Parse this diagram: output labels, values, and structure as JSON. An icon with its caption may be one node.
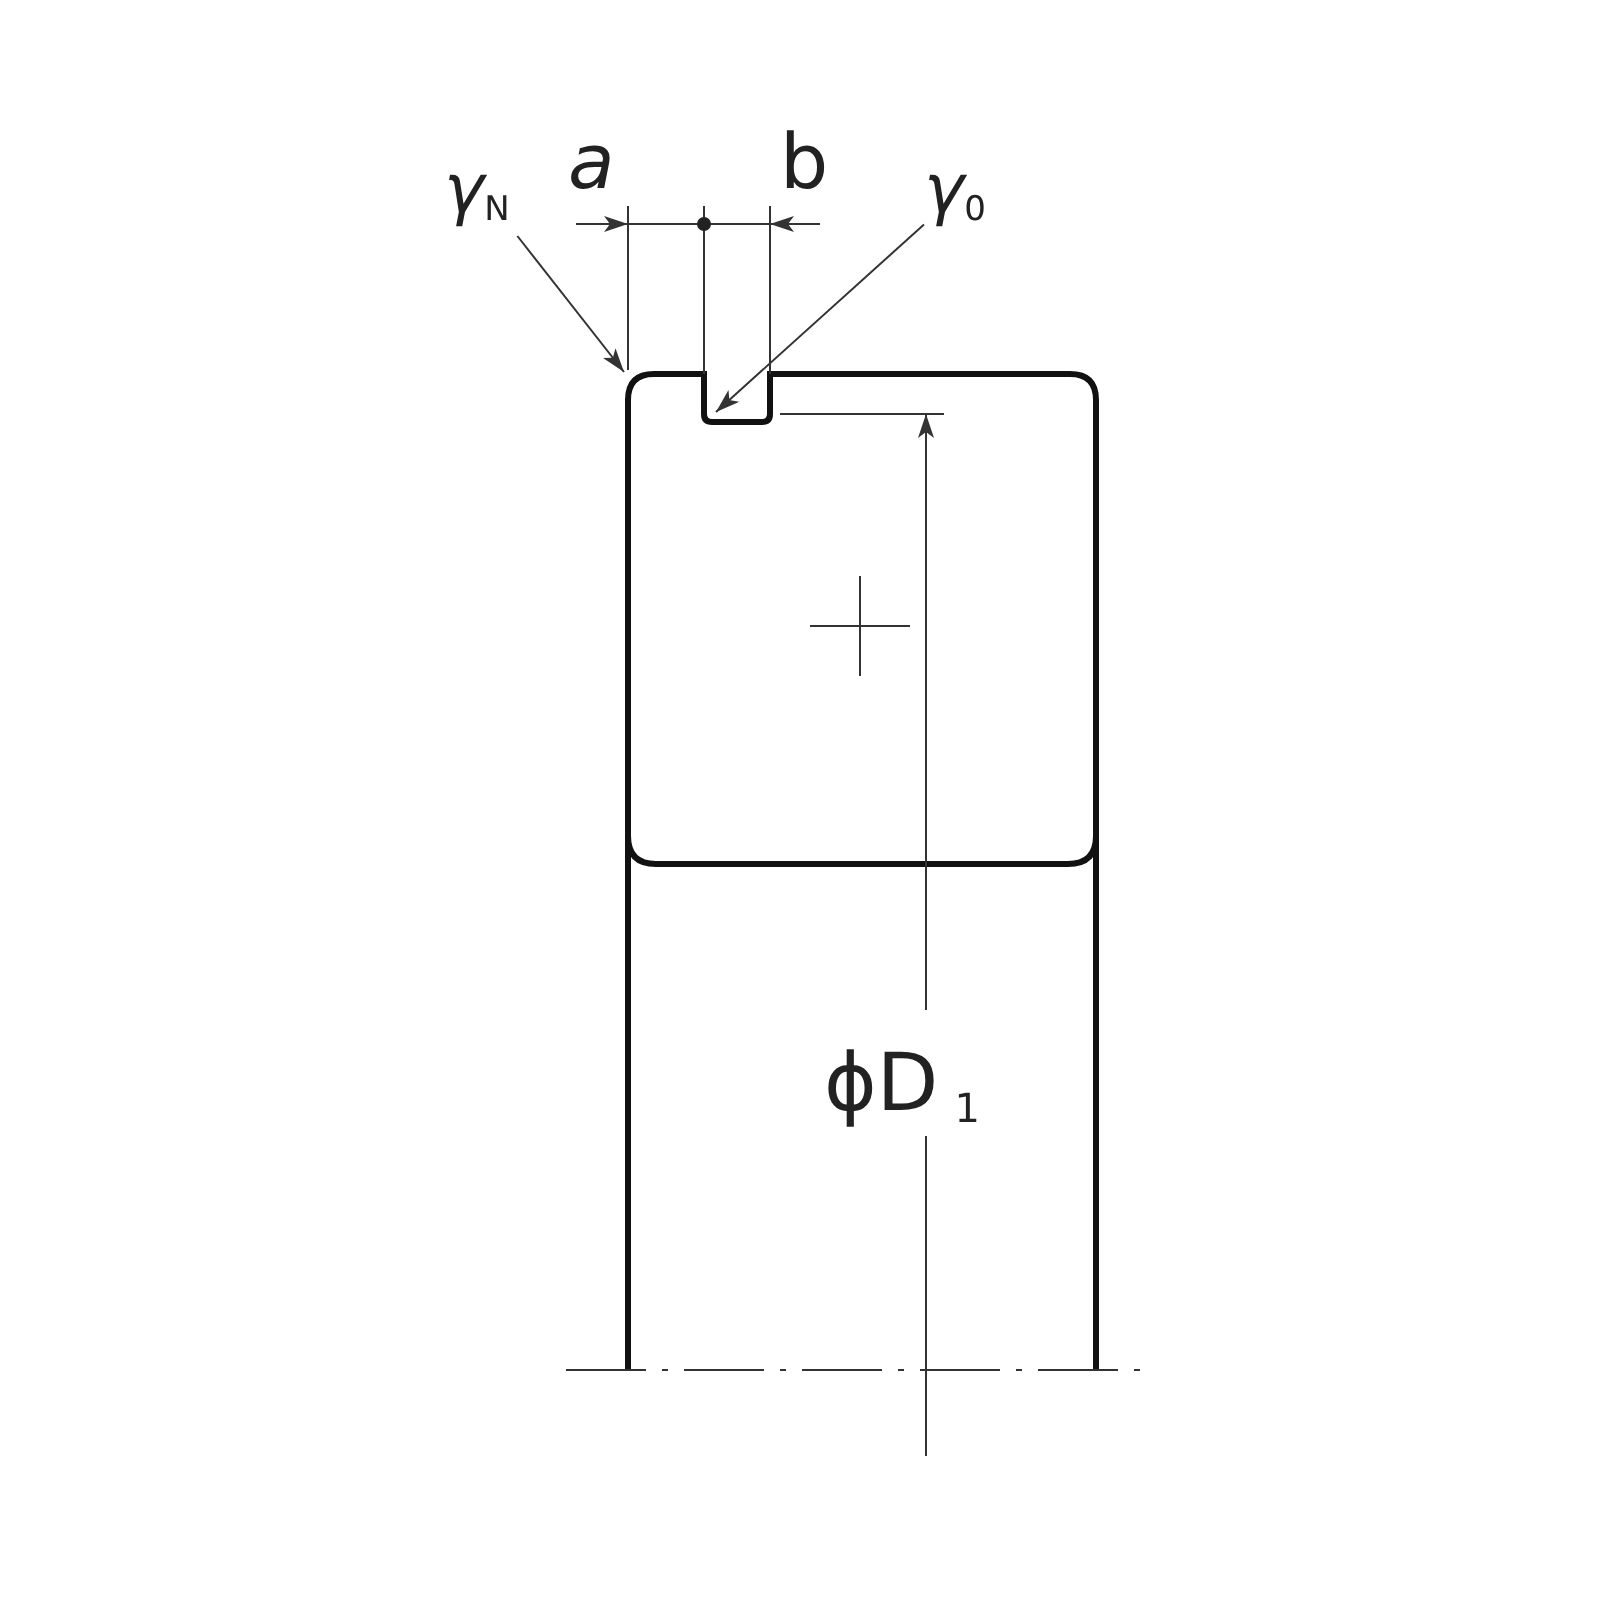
{
  "diagram": {
    "nodes": [
      {
        "text": [
          "γ$_{N}$"
        ]
      },
      {
        "text": [
          "γ$_{0}$"
        ]
      }
    ],
    "edges": [
      {
        "from": 0,
        "to": null,
        "arrow": "to"
      },
      {
        "from": 1,
        "to": null,
        "arrow": "to"
      }
    ],
    "labels": [
      "a",
      "b",
      "ϕD$_{1}$"
    ]
  }
}
